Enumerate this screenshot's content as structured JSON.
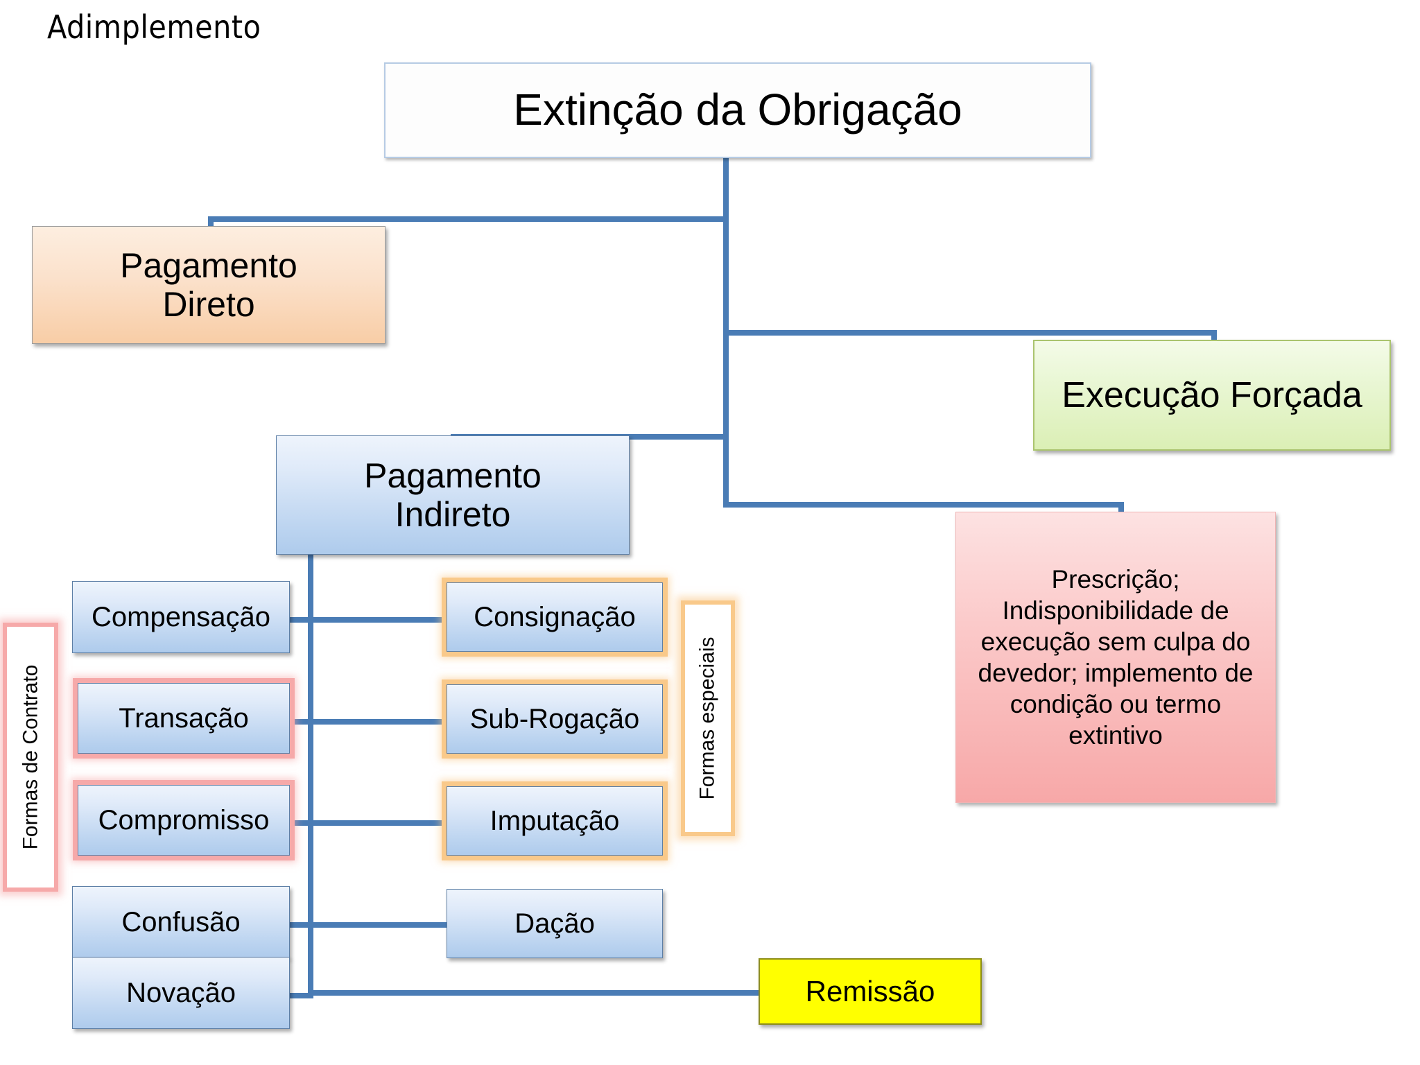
{
  "page": {
    "title": "Adimplemento"
  },
  "colors": {
    "connector": "#4a7cb5",
    "blue_box_border": "#5d7fa6",
    "orange_box": "#f8cda6",
    "green_box": "#dbefb5",
    "pink_box": "#f7a8a8",
    "yellow_box": "#ffff00",
    "red_glow": "#f6a9a9",
    "orange_glow": "#f9c98a"
  },
  "nodes": {
    "root": {
      "label": "Extinção da Obrigação"
    },
    "pagamento_direto": {
      "label": "Pagamento\nDireto"
    },
    "execucao_forcada": {
      "label": "Execução Forçada"
    },
    "pagamento_indireto": {
      "label": "Pagamento\nIndireto"
    },
    "prescricao": {
      "label": "Prescrição; Indisponibilidade de execução sem culpa do devedor; implemento de condição ou termo extintivo"
    },
    "remissao": {
      "label": "Remissão"
    }
  },
  "groups": {
    "formas_de_contrato": {
      "caption": "Formas de Contrato"
    },
    "formas_especiais": {
      "caption": "Formas especiais"
    }
  },
  "left_column": [
    {
      "label": "Compensação",
      "highlight": "none"
    },
    {
      "label": "Transação",
      "highlight": "red"
    },
    {
      "label": "Compromisso",
      "highlight": "red"
    },
    {
      "label": "Confusão",
      "highlight": "none"
    },
    {
      "label": "Novação",
      "highlight": "none"
    }
  ],
  "middle_column": [
    {
      "label": "Consignação",
      "highlight": "orange"
    },
    {
      "label": "Sub-Rogação",
      "highlight": "orange"
    },
    {
      "label": "Imputação",
      "highlight": "orange"
    },
    {
      "label": "Dação",
      "highlight": "none"
    }
  ]
}
